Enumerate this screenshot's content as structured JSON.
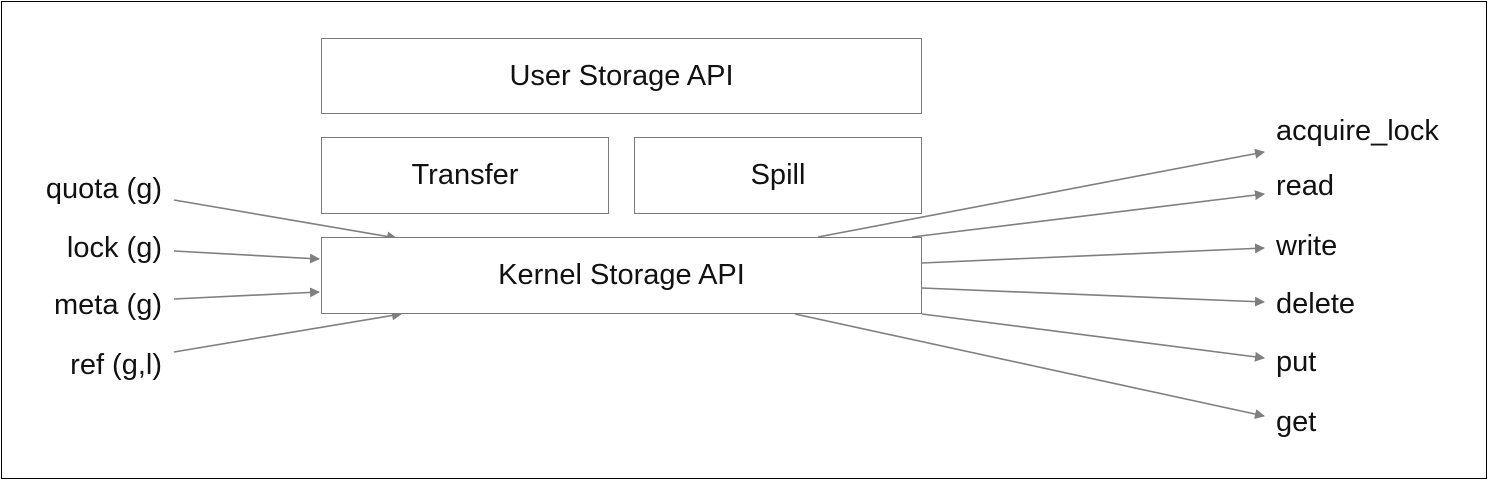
{
  "diagram": {
    "boxes": {
      "user_storage_api": "User Storage API",
      "transfer": "Transfer",
      "spill": "Spill",
      "kernel_storage_api": "Kernel Storage API"
    },
    "inputs": [
      "quota (g)",
      "lock (g)",
      "meta (g)",
      "ref (g,l)"
    ],
    "outputs": [
      "acquire_lock",
      "read",
      "write",
      "delete",
      "put",
      "get"
    ],
    "colors": {
      "arrow": "#7f7f7f",
      "box_border": "#7a7a7a",
      "frame": "#000000",
      "text": "#111111"
    }
  }
}
